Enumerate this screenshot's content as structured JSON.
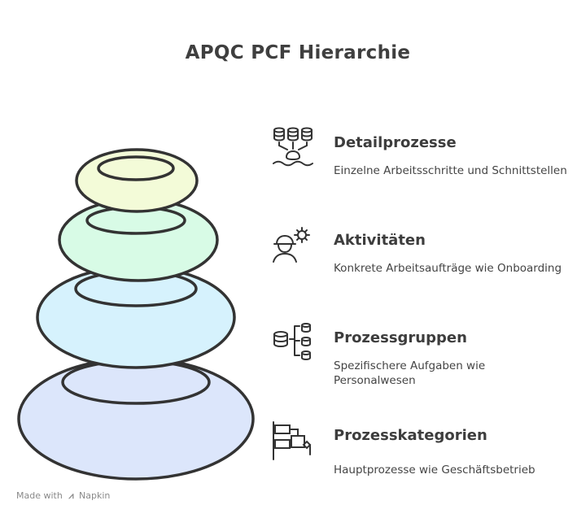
{
  "title": "APQC PCF Hierarchie",
  "levels": [
    {
      "heading": "Detailprozesse",
      "description": "Einzelne Arbeitsschritte und Schnittstellen",
      "icon": "database-network-icon",
      "color": "#f3fbd8"
    },
    {
      "heading": "Aktivitäten",
      "description": "Konkrete Arbeitsaufträge wie Onboarding",
      "icon": "worker-gear-icon",
      "color": "#d8fbe6"
    },
    {
      "heading": "Prozessgruppen",
      "description": "Spezifischere Aufgaben wie Personalwesen",
      "icon": "database-hierarchy-icon",
      "color": "#d6f2fd"
    },
    {
      "heading": "Prozesskategorien",
      "description": "Hauptprozesse wie Geschäftsbetrieb",
      "icon": "flowchart-icon",
      "color": "#dce6fb"
    }
  ],
  "footer": {
    "made_with": "Made with",
    "brand": "Napkin"
  }
}
